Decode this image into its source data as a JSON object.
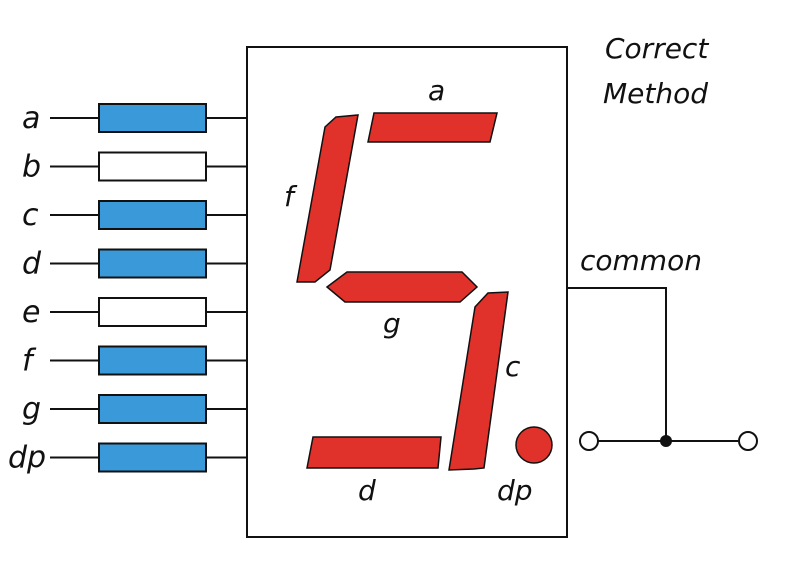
{
  "title": {
    "line1": "Correct",
    "line2": "Method"
  },
  "colors": {
    "segment_fill": "#e0322b",
    "resistor_active": "#3a9ad9",
    "resistor_inactive": "#ffffff",
    "ink": "#111111"
  },
  "pins": [
    {
      "label": "a",
      "resistor": "active"
    },
    {
      "label": "b",
      "resistor": "inactive"
    },
    {
      "label": "c",
      "resistor": "active"
    },
    {
      "label": "d",
      "resistor": "active"
    },
    {
      "label": "e",
      "resistor": "inactive"
    },
    {
      "label": "f",
      "resistor": "active"
    },
    {
      "label": "g",
      "resistor": "active"
    },
    {
      "label": "dp",
      "resistor": "active"
    }
  ],
  "segments": {
    "a": "a",
    "f": "f",
    "g": "g",
    "c": "c",
    "d": "d",
    "dp": "dp"
  },
  "common_label": "common"
}
